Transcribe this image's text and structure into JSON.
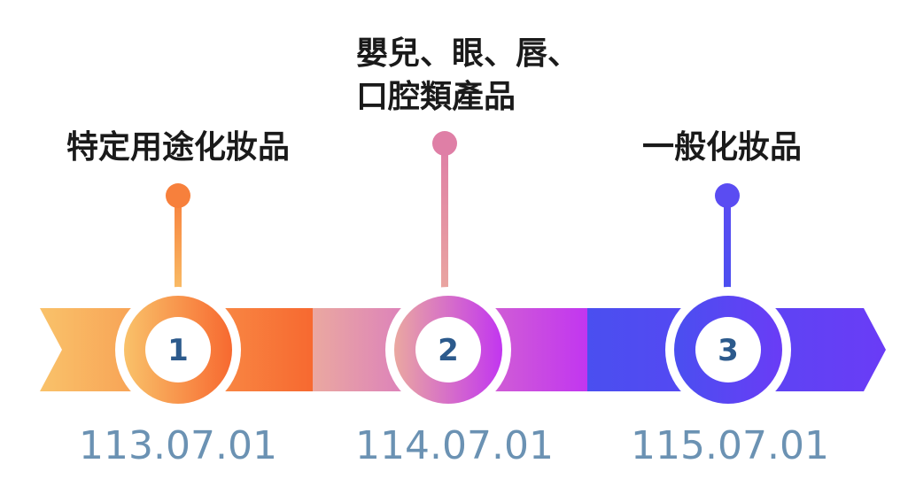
{
  "stages": [
    {
      "number": "1",
      "title_lines": [
        "特定用途化妝品"
      ],
      "date": "113.07.01",
      "colors": {
        "start": "#f9c26a",
        "end": "#f76930",
        "dot": "#f7803c"
      }
    },
    {
      "number": "2",
      "title_lines": [
        "嬰兒、眼、唇、",
        "口腔類產品"
      ],
      "date": "114.07.01",
      "colors": {
        "start": "#eaa8a0",
        "end": "#c236f0",
        "dot": "#df7fa6"
      }
    },
    {
      "number": "3",
      "title_lines": [
        "一般化妝品"
      ],
      "date": "115.07.01",
      "colors": {
        "start": "#4a4ff0",
        "end": "#6a3cf6",
        "dot": "#5a4cf2"
      }
    }
  ]
}
